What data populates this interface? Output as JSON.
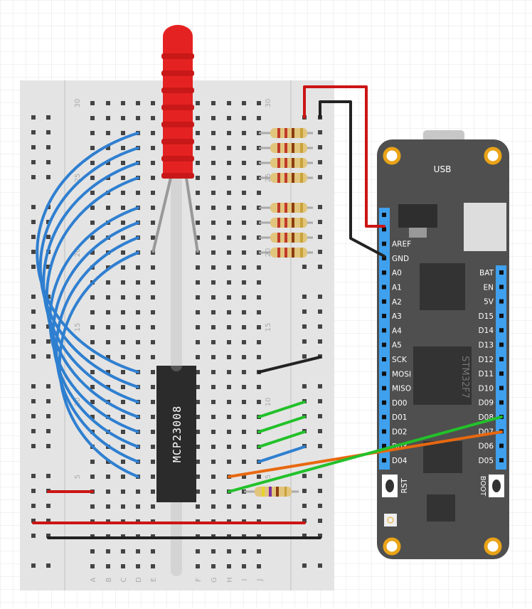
{
  "breadboard": {
    "column_letters_left": [
      "A",
      "B",
      "C",
      "D",
      "E"
    ],
    "column_letters_right": [
      "F",
      "G",
      "H",
      "I",
      "J"
    ],
    "row_numbers": [
      "30",
      "25",
      "20",
      "15",
      "10",
      "5"
    ]
  },
  "chip": {
    "label": "MCP23008"
  },
  "mcu": {
    "usb_label": "USB",
    "chip_label": "STM32F7",
    "left_pins": [
      "",
      "",
      "AREF",
      "GND",
      "A0",
      "A1",
      "A2",
      "A3",
      "A4",
      "A5",
      "SCK",
      "MOSI",
      "MISO",
      "D00",
      "D01",
      "D02",
      "D03",
      "D04"
    ],
    "right_pins": [
      "BAT",
      "EN",
      "5V",
      "D15",
      "D14",
      "D13",
      "D12",
      "D11",
      "D10",
      "D09",
      "D08",
      "D07",
      "D06",
      "D05"
    ],
    "rst_label": "RST",
    "boot_label": "BOOT"
  },
  "colors": {
    "blue_wire": "#2f7fd0",
    "red_wire": "#cc1515",
    "black_wire": "#222222",
    "green_wire": "#22c12a",
    "orange_wire": "#e8680f",
    "board": "#4f4f4f",
    "header": "#3fa0ee",
    "mount": "#e8a317"
  }
}
